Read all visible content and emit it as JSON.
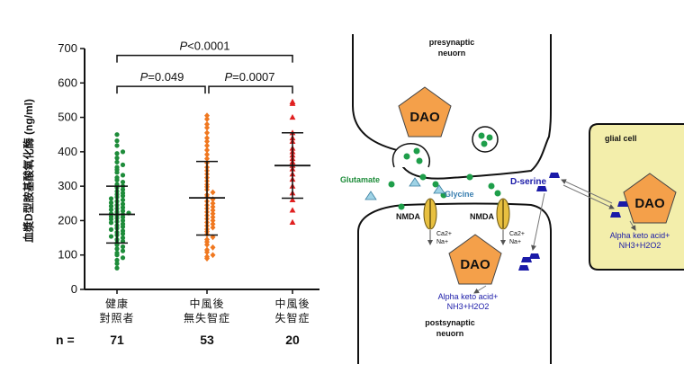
{
  "chart_data": {
    "type": "scatter",
    "ylabel": "血漿D型胺基酸氧化酶 (ng/ml)",
    "ylim": [
      0,
      700
    ],
    "yticks": [
      0,
      100,
      200,
      300,
      400,
      500,
      600,
      700
    ],
    "categories": [
      {
        "line1": "健康",
        "line2": "對照者"
      },
      {
        "line1": "中風後",
        "line2": "無失智症"
      },
      {
        "line1": "中風後",
        "line2": "失智症"
      }
    ],
    "n_label": "n  =",
    "n_values": [
      "71",
      "53",
      "20"
    ],
    "comparisons": [
      {
        "from": 0,
        "to": 2,
        "y": 680,
        "label": "P<0.0001"
      },
      {
        "from": 0,
        "to": 1,
        "y": 590,
        "label": "P=0.049"
      },
      {
        "from": 1,
        "to": 2,
        "y": 590,
        "label": "P=0.0007"
      }
    ],
    "series": [
      {
        "marker": "circle",
        "color": "#1e8c3a",
        "mean": 218,
        "sd_low": 135,
        "sd_high": 300,
        "values": [
          450,
          432,
          418,
          400,
          395,
          382,
          370,
          362,
          355,
          348,
          340,
          332,
          325,
          318,
          312,
          305,
          300,
          296,
          290,
          285,
          280,
          276,
          272,
          268,
          264,
          260,
          256,
          252,
          248,
          245,
          242,
          238,
          235,
          232,
          228,
          225,
          222,
          220,
          218,
          215,
          212,
          210,
          207,
          204,
          200,
          197,
          194,
          190,
          186,
          182,
          178,
          174,
          170,
          166,
          162,
          158,
          154,
          150,
          145,
          140,
          135,
          130,
          124,
          118,
          112,
          106,
          100,
          92,
          85,
          75,
          62
        ]
      },
      {
        "marker": "diamond",
        "color": "#f07820",
        "mean": 266,
        "sd_low": 158,
        "sd_high": 372,
        "values": [
          505,
          495,
          480,
          470,
          455,
          440,
          430,
          418,
          405,
          392,
          380,
          368,
          355,
          345,
          335,
          325,
          315,
          305,
          298,
          290,
          282,
          275,
          268,
          262,
          256,
          250,
          245,
          240,
          235,
          230,
          225,
          220,
          215,
          210,
          205,
          200,
          195,
          190,
          185,
          180,
          175,
          168,
          160,
          152,
          145,
          138,
          130,
          122,
          115,
          108,
          100,
          95,
          90
        ]
      },
      {
        "marker": "triangle",
        "color": "#e02020",
        "mean": 360,
        "sd_low": 265,
        "sd_high": 455,
        "values": [
          545,
          540,
          500,
          455,
          440,
          430,
          410,
          400,
          390,
          380,
          370,
          360,
          350,
          335,
          320,
          300,
          280,
          260,
          230,
          195
        ]
      }
    ]
  },
  "diagram": {
    "presynaptic": "presynaptic\nneuorn",
    "postsynaptic": "postsynaptic\nneuorn",
    "glial": "glial cell",
    "dao": "DAO",
    "glutamate": "Glutamate",
    "glycine": "Glycine",
    "dserine": "D-serine",
    "nmda": "NMDA",
    "ions": [
      "Ca2+",
      "Na+"
    ],
    "product_line1": "Alpha keto acid+",
    "product_line2": "NH3+H2O2",
    "colors": {
      "dao": "#f4a04a",
      "glial_bg": "#f3eeab",
      "glutamate": "#1e9e4a",
      "dserine": "#1a1aa8",
      "glycine": "#9fd3e6"
    }
  }
}
